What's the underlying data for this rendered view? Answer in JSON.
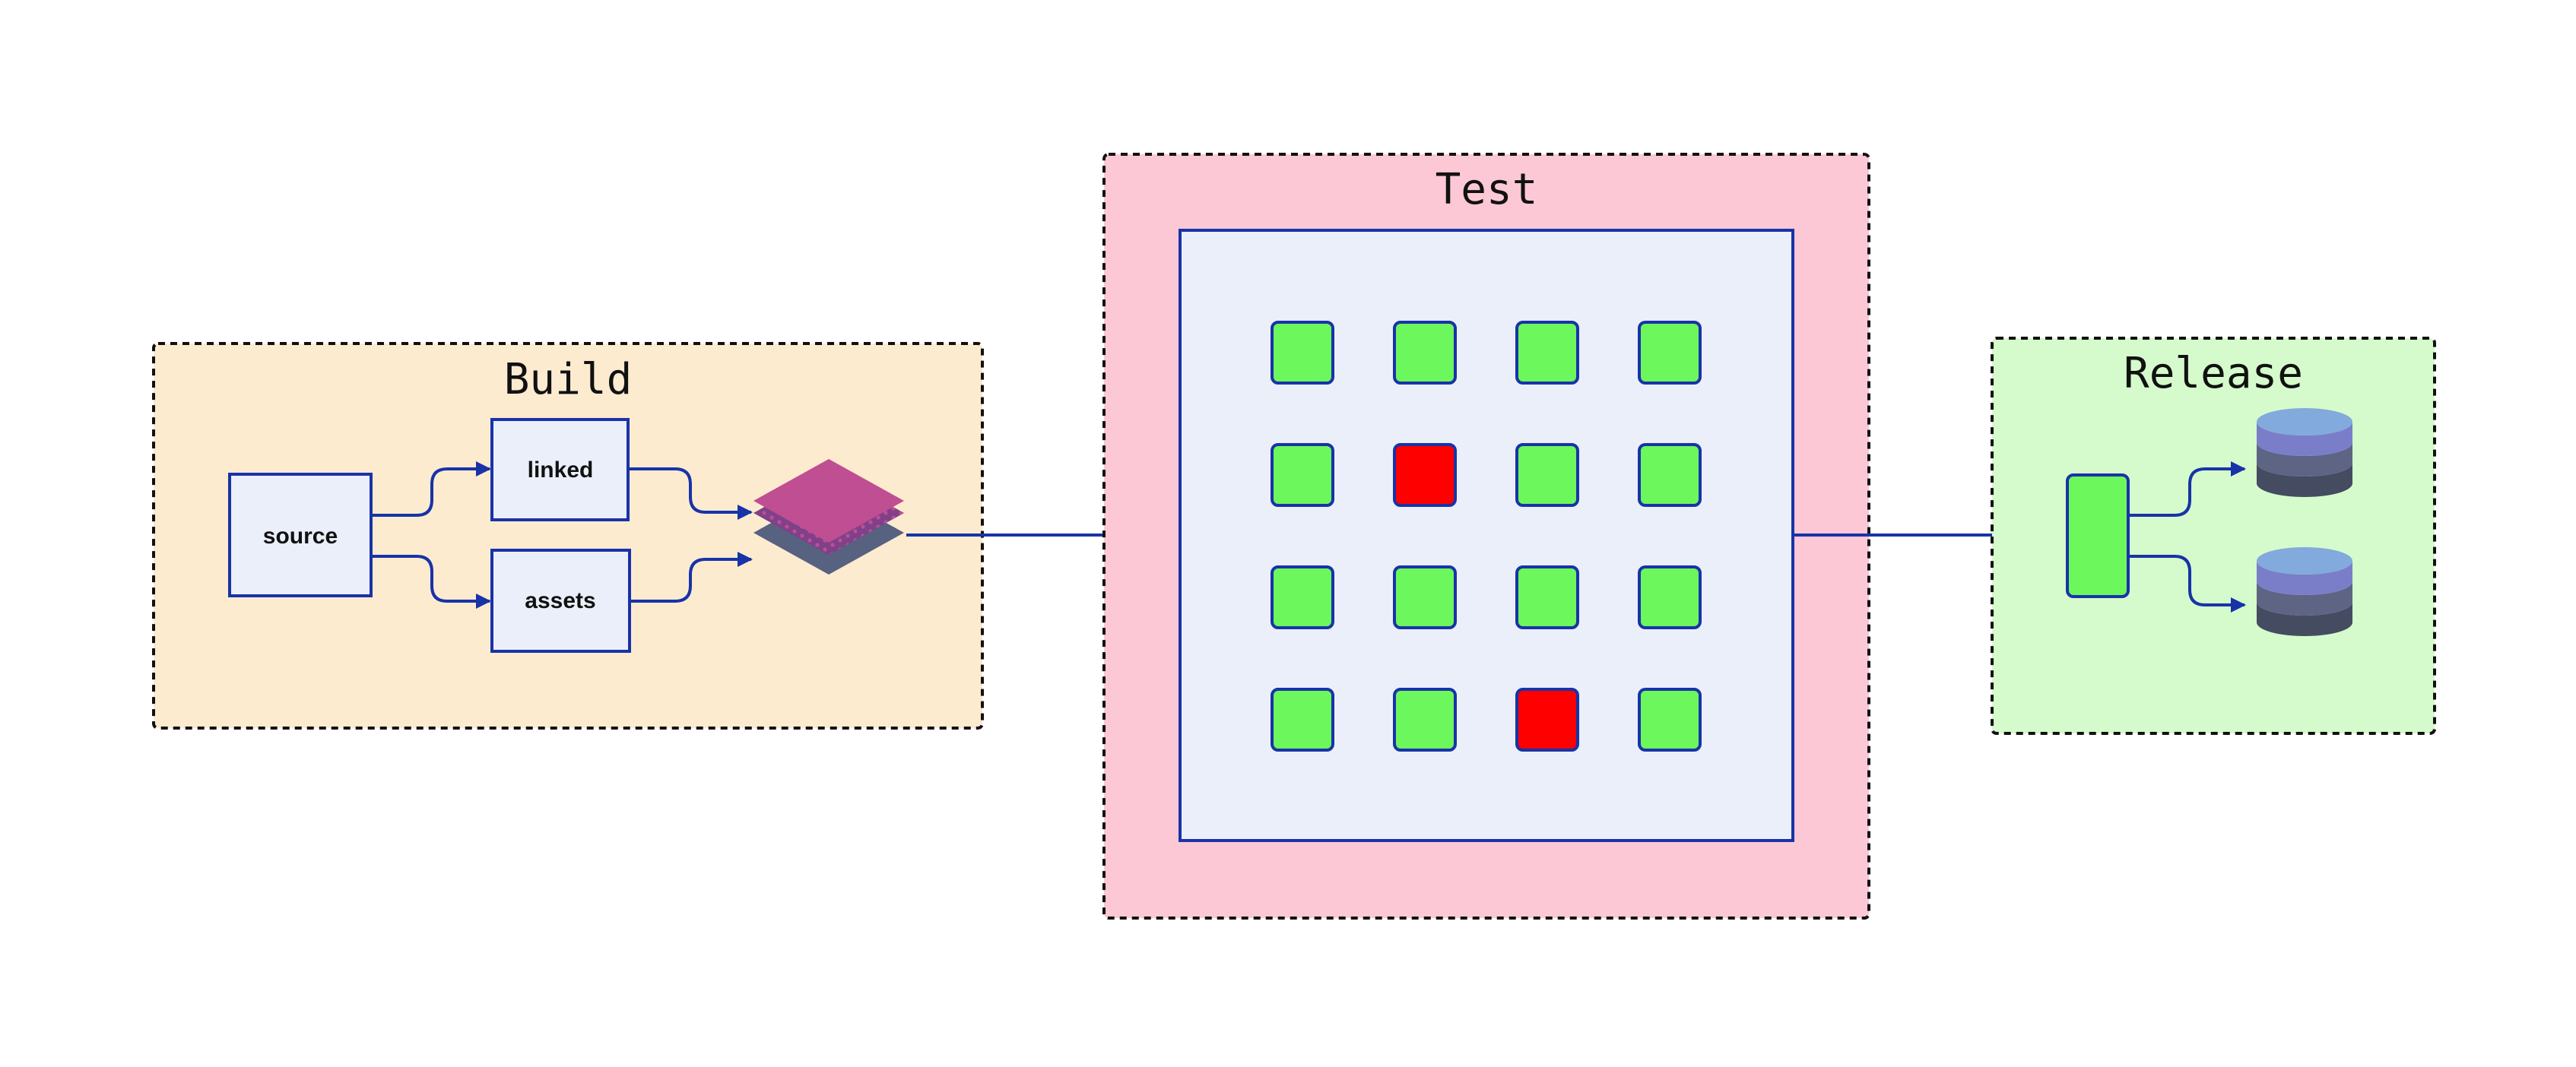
{
  "colors": {
    "edge": "#1833a8",
    "build_bg": "#fdebd0",
    "test_bg": "#fdc8d6",
    "release_bg": "#d5fbcc",
    "node_fill": "#ebeffa",
    "pass": "#6cf75c",
    "fail": "#ff0000",
    "layer_top": "#c04e92",
    "layer_mid": "#80408a",
    "layer_bottom": "#576180",
    "db_top": "#82aadc",
    "db_band1": "#7a7ec8",
    "db_band2": "#5e6484",
    "db_band3": "#454b60"
  },
  "stages": {
    "build": {
      "title": "Build"
    },
    "test": {
      "title": "Test"
    },
    "release": {
      "title": "Release"
    }
  },
  "build": {
    "source_label": "source",
    "linked_label": "linked",
    "assets_label": "assets",
    "artifact_icon": "layers-icon"
  },
  "test": {
    "grid_rows": 4,
    "grid_cols": 4,
    "results": [
      [
        "pass",
        "pass",
        "pass",
        "pass"
      ],
      [
        "pass",
        "fail",
        "pass",
        "pass"
      ],
      [
        "pass",
        "pass",
        "pass",
        "pass"
      ],
      [
        "pass",
        "pass",
        "fail",
        "pass"
      ]
    ]
  },
  "release": {
    "deploy_node_icon": "deploy-node",
    "targets": [
      "database-icon",
      "database-icon"
    ]
  }
}
